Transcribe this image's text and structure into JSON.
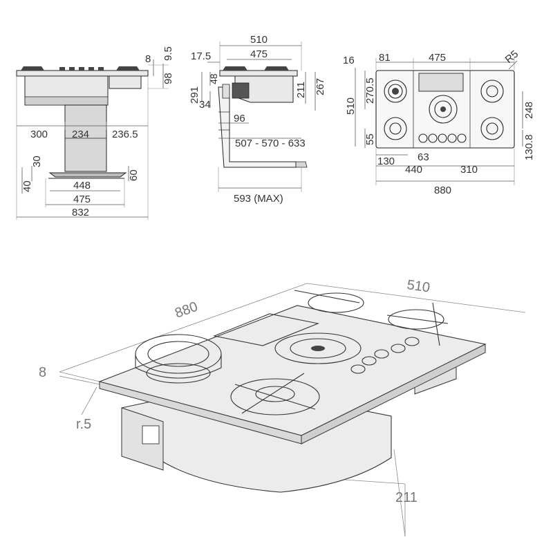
{
  "front_view": {
    "d_top": "8",
    "d_glass": "9.5",
    "d_height": "98",
    "d_left": "300",
    "d_mid": "234",
    "d_right": "236.5",
    "d_base_h1": "30",
    "d_base_h2": "40",
    "d_base_h3": "60",
    "d_base_w": "448",
    "d_plate_w": "475",
    "d_total_w": "832"
  },
  "side_view": {
    "d_top_w": "510",
    "d_inner_w": "475",
    "d_edge": "17.5",
    "d_48": "48",
    "d_291": "291",
    "d_211": "211",
    "d_267": "267",
    "d_34": "34",
    "d_96": "96",
    "d_range": "507 - 570 - 633",
    "d_max": "593 (MAX)"
  },
  "top_view": {
    "d_16": "16",
    "d_81": "81",
    "d_475": "475",
    "d_r5": "R5",
    "d_270_5": "270.5",
    "d_510": "510",
    "d_248": "248",
    "d_55": "55",
    "d_130_8": "130.8",
    "d_130": "130",
    "d_63": "63",
    "d_440": "440",
    "d_310": "310",
    "d_880": "880"
  },
  "iso_view": {
    "d_510": "510",
    "d_880": "880",
    "d_8": "8",
    "d_r5": "r.5",
    "d_211": "211"
  }
}
